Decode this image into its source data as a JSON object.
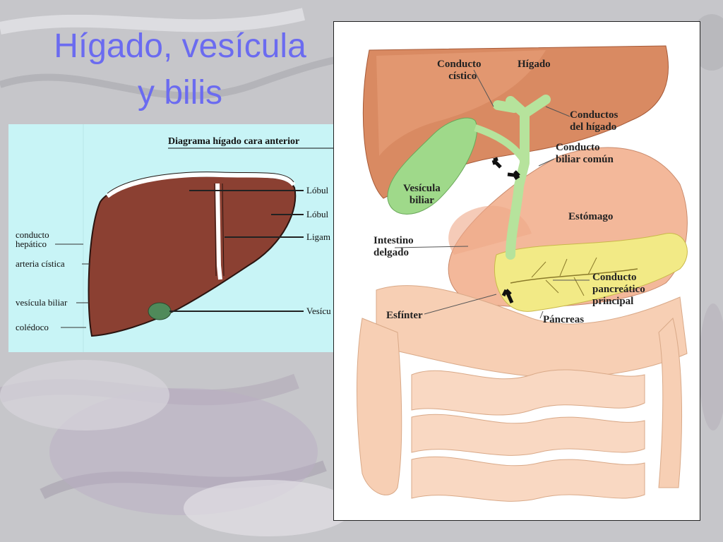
{
  "slide": {
    "title_line1": "Hígado, vesícula",
    "title_line2": "y bilis"
  },
  "left_diagram": {
    "heading": "Diagrama hígado cara anterior",
    "left_labels": [
      "conducto",
      "hepático",
      "arteria cística",
      "vesícula biliar",
      "colédoco"
    ],
    "right_labels": [
      "Lóbul",
      "Lóbul",
      "Ligam",
      "Vesícu"
    ],
    "colors": {
      "liver": "#8b4032",
      "background": "#c8f4f6",
      "gallbladder": "#4f8a5a"
    }
  },
  "right_diagram": {
    "labels": {
      "conducto_cistico": [
        "Conducto",
        "cístico"
      ],
      "higado": "Hígado",
      "conductos_higado": [
        "Conductos",
        "del hígado"
      ],
      "conducto_biliar_comun": [
        "Conducto",
        "biliar común"
      ],
      "vesicula_biliar": [
        "Vesícula",
        "biliar"
      ],
      "estomago": "Estómago",
      "intestino_delgado": [
        "Intestino",
        "delgado"
      ],
      "conducto_pancreatico": [
        "Conducto",
        "pancreático",
        "principal"
      ],
      "esfinter": "Esfínter",
      "pancreas": "Páncreas"
    },
    "colors": {
      "liver": "#d98a62",
      "gallbladder": "#9fd98a",
      "stomach": "#f3b89a",
      "pancreas": "#f2ea86",
      "intestine": "#f7cfb4"
    }
  }
}
